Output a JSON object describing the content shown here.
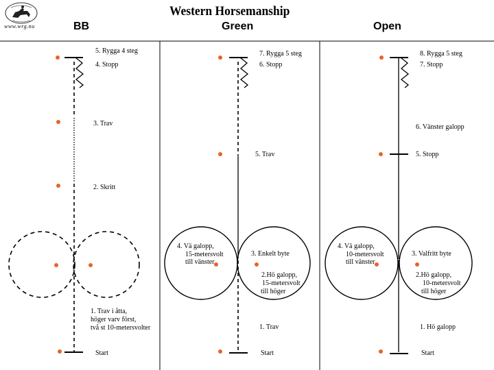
{
  "header": {
    "title": "Western Horsemanship",
    "site": "www.wrg.nu"
  },
  "columns": [
    {
      "heading": "BB",
      "labels": [
        "5. Rygga 4 steg",
        "4. Stopp",
        "3. Trav",
        "2. Skritt",
        "1. Trav i åtta,",
        "höger varv först,",
        "två st 10-metersvolter",
        "Start"
      ]
    },
    {
      "heading": "Green",
      "labels": [
        "7. Rygga 5 steg",
        "6. Stopp",
        "5. Trav",
        "4. Vä galopp,",
        "15-metersvolt",
        "till vänster",
        "3. Enkelt byte",
        "2.Hö galopp,",
        "15-metersvolt",
        "till höger",
        "1. Trav",
        "Start"
      ]
    },
    {
      "heading": "Open",
      "labels": [
        "8. Rygga 5 steg",
        "7. Stopp",
        "6. Vänster galopp",
        "5. Stopp",
        "4. Vä galopp,",
        "10-metersvolt",
        "till vänster",
        "3. Valfritt byte",
        "2.Hö galopp,",
        "10-metersvolt",
        "till höger",
        "1. Hö galopp",
        "Start"
      ]
    }
  ],
  "colors": {
    "marker": "#e8632a",
    "line": "#000000"
  },
  "icons": {
    "logo": "horse-rider-logo-icon"
  }
}
